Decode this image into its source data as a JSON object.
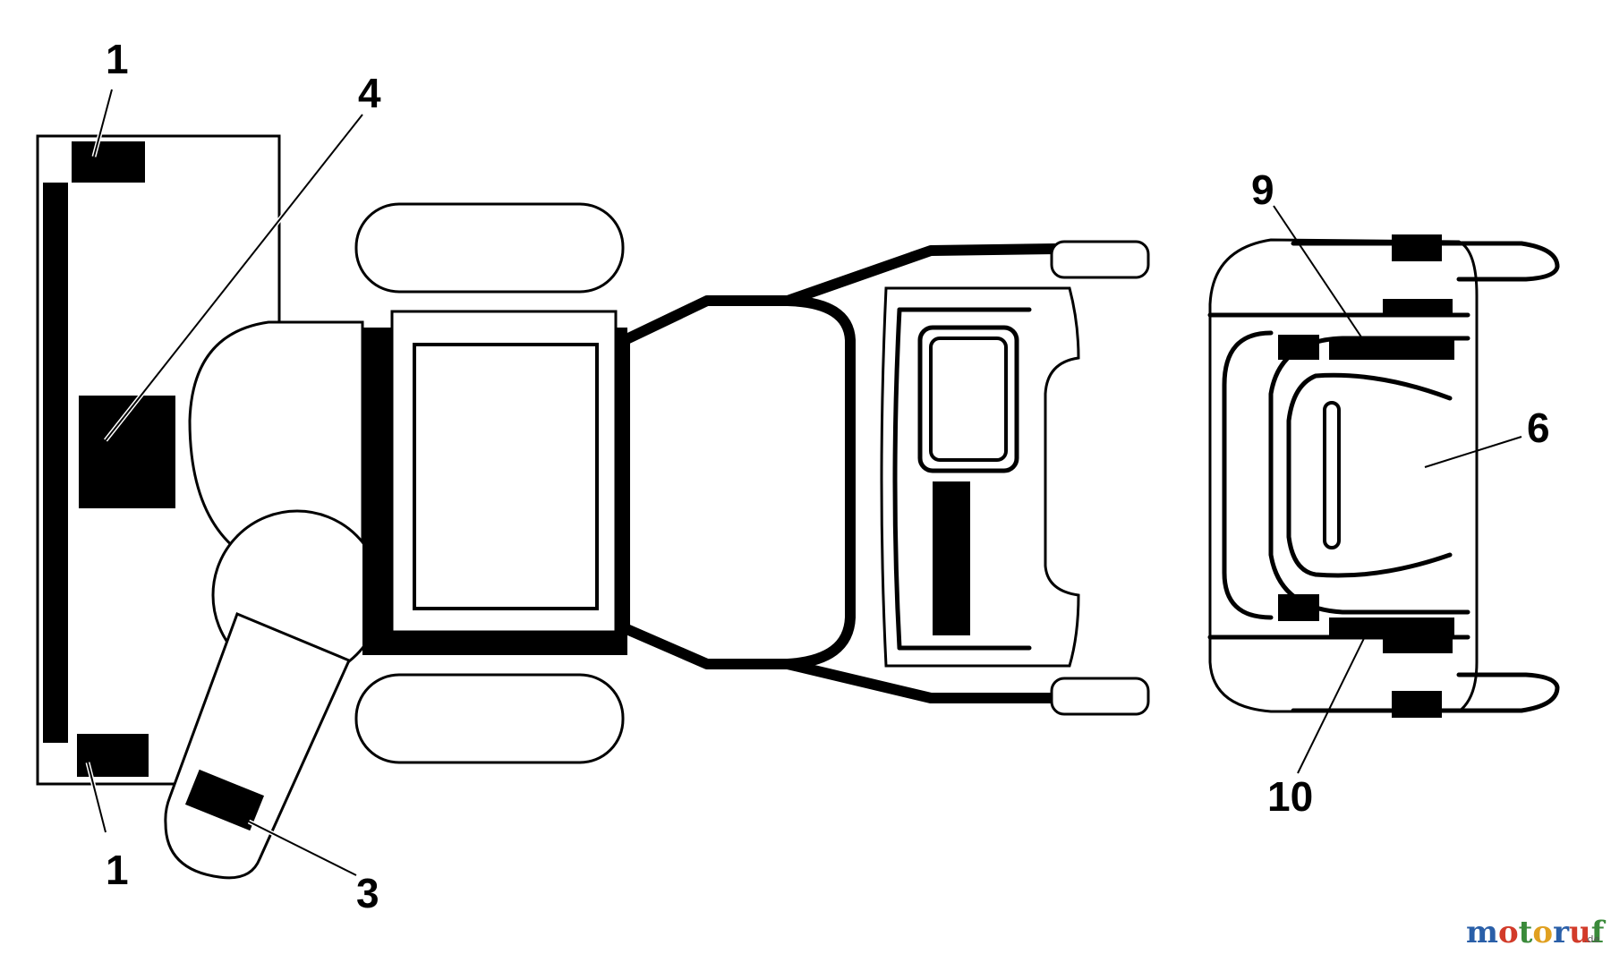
{
  "callouts": {
    "top_left": "1",
    "bottom_left": "1",
    "four": "4",
    "three": "3",
    "six": "6",
    "nine": "9",
    "ten": "10"
  },
  "watermark": {
    "part1": "moto",
    "part2": "ruf",
    "suffix": ".de",
    "colors": {
      "m": "#2a5fa8",
      "o1": "#d23b2a",
      "t": "#3a8a3a",
      "o2": "#e0a020",
      "r": "#2a5fa8",
      "u": "#d23b2a",
      "f": "#3a8a3a"
    }
  }
}
